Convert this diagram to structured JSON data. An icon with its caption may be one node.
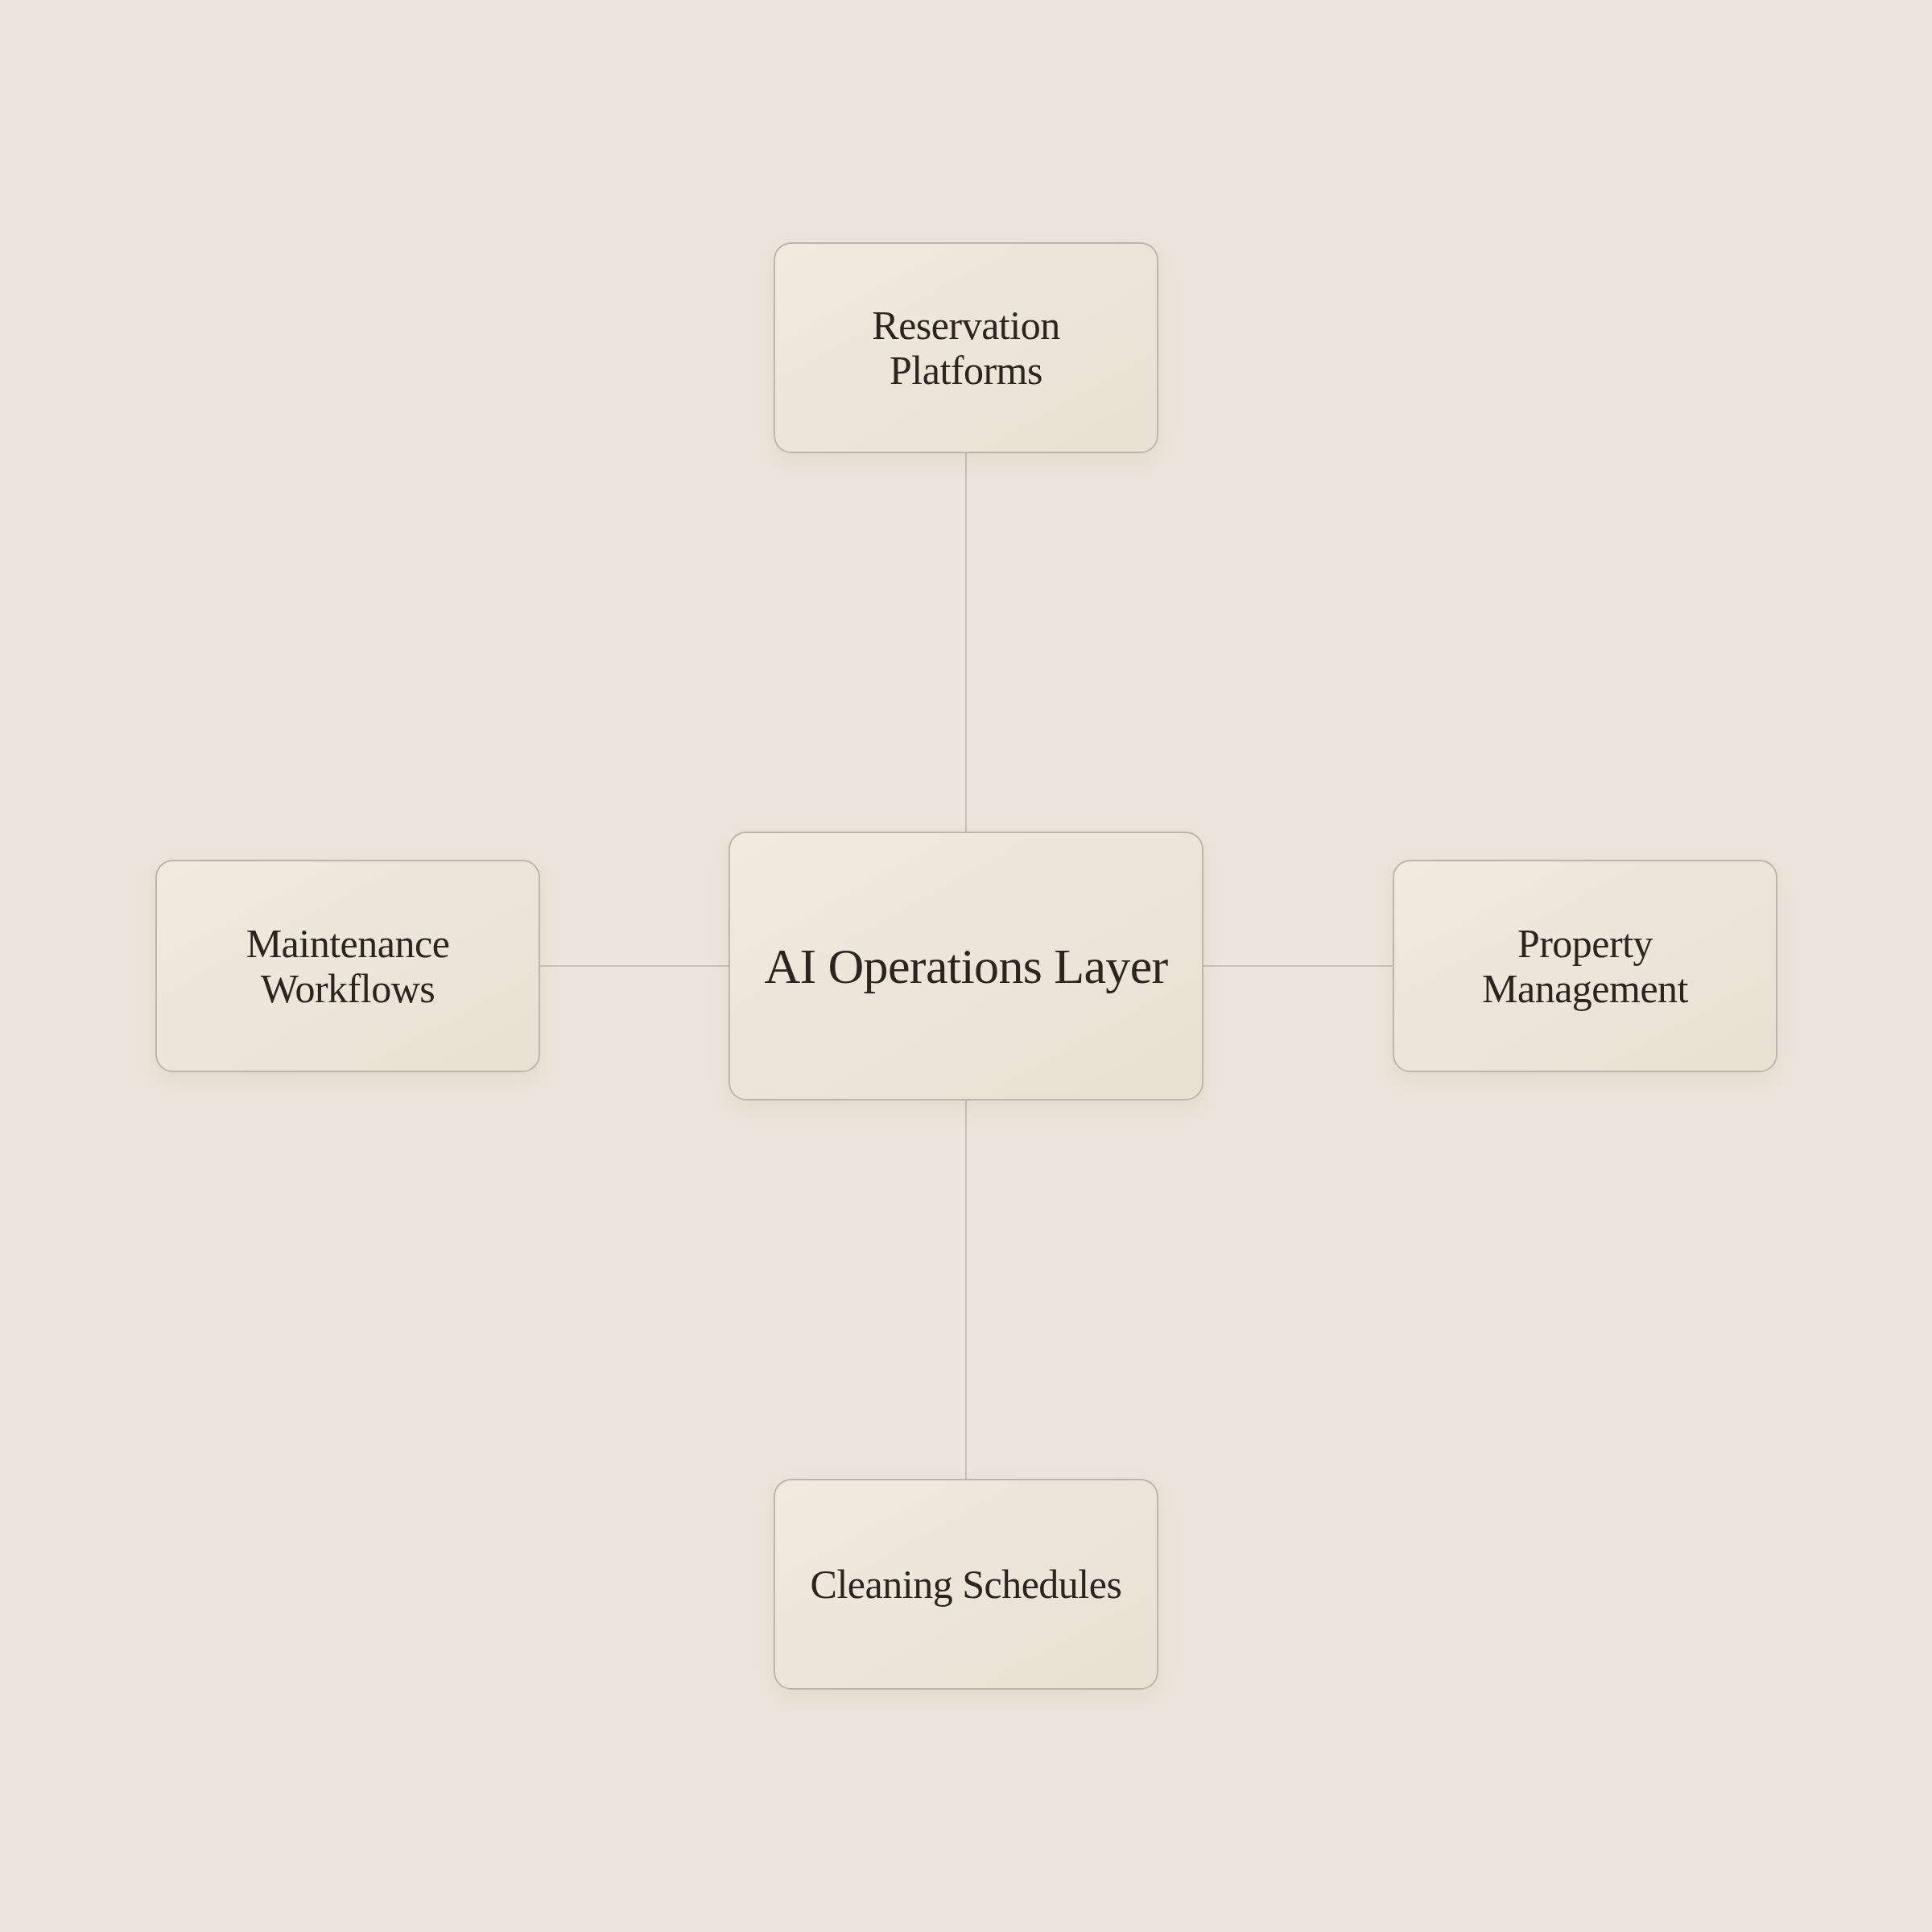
{
  "diagram": {
    "nodes": [
      {
        "text": [
          "Reservation Platforms"
        ]
      },
      {
        "text": [
          "Maintenance Workflows"
        ]
      },
      {
        "text": [
          "AI Operations Layer"
        ]
      },
      {
        "text": [
          "Property Management"
        ]
      },
      {
        "text": [
          "Cleaning Schedules"
        ]
      }
    ],
    "edges": [
      {
        "from": 2,
        "to": 0,
        "arrow": "none"
      },
      {
        "from": 2,
        "to": 1,
        "arrow": "none"
      },
      {
        "from": 2,
        "to": 3,
        "arrow": "none"
      },
      {
        "from": 2,
        "to": 4,
        "arrow": "none"
      }
    ]
  }
}
